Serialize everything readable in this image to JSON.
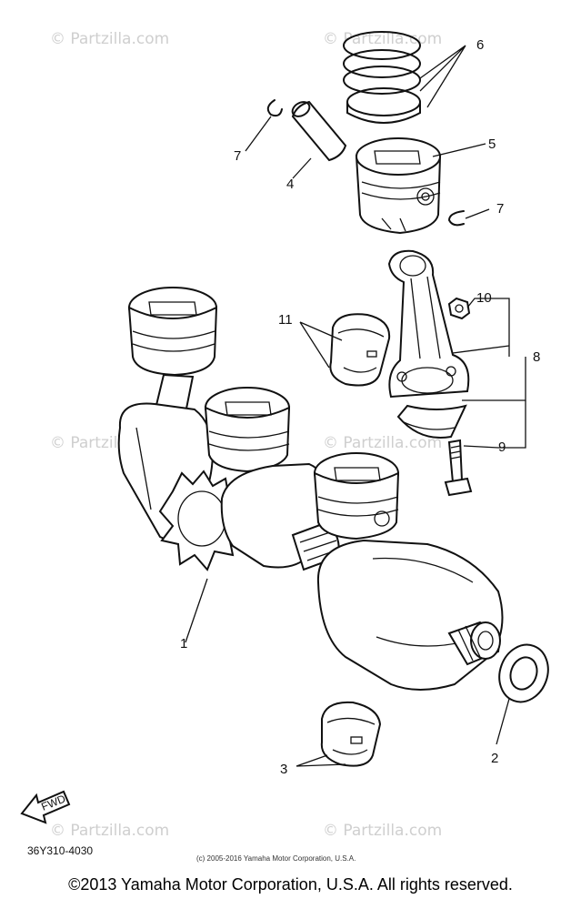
{
  "watermarks": [
    "© Partzilla.com",
    "© Partzilla.com",
    "© Partzilla.com",
    "© Partzilla.com",
    "© Partzilla.com",
    "© Partzilla.com"
  ],
  "callouts": {
    "c1": "1",
    "c2": "2",
    "c3": "3",
    "c4": "4",
    "c5": "5",
    "c6": "6",
    "c7a": "7",
    "c7b": "7",
    "c8": "8",
    "c9": "9",
    "c10": "10",
    "c11": "11"
  },
  "fwd_label": "FWD",
  "diagram_code": "36Y310-4030",
  "small_copyright": "(c) 2005-2016 Yamaha Motor Corporation, U.S.A.",
  "footer_copyright": "©2013 Yamaha Motor Corporation, U.S.A. All rights reserved."
}
